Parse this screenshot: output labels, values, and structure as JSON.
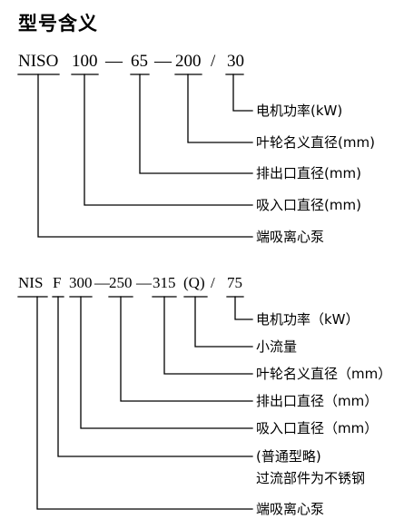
{
  "title": "型号含义",
  "diagram1": {
    "code": {
      "prefix": "NISO",
      "inlet": "100",
      "dash1": "—",
      "outlet": "65",
      "dash2": "—",
      "impeller": "200",
      "slash": "/",
      "power": "30"
    },
    "labels": [
      "电机功率(kW)",
      "叶轮名义直径(mm)",
      "排出口直径(mm)",
      "吸入口直径(mm)",
      "端吸离心泵"
    ]
  },
  "diagram2": {
    "code": {
      "prefix": "NIS",
      "material": "F",
      "inlet": "300",
      "dash1": "—",
      "outlet": "250",
      "dash2": "—",
      "impeller": "315",
      "flow": "(Q)",
      "slash": "/",
      "power": "75"
    },
    "labels": [
      "电机功率（kW）",
      "小流量",
      "叶轮名义直径（mm）",
      "排出口直径（mm）",
      "吸入口直径（mm）",
      "(普通型略)",
      "过流部件为不锈钢",
      "端吸离心泵"
    ]
  }
}
